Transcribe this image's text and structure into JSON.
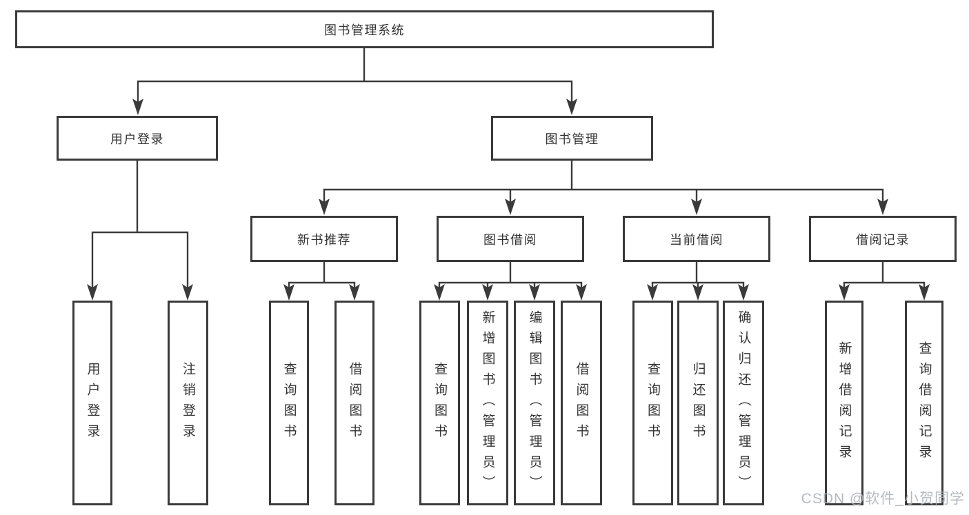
{
  "colors": {
    "line": "#3a3a3a",
    "box_border": "#3a3a3a",
    "text": "#333333",
    "background": "#ffffff",
    "watermark": "#aeb3b9"
  },
  "root": {
    "label": "图书管理系统"
  },
  "level2": [
    {
      "label": "用户登录",
      "parent": "图书管理系统"
    },
    {
      "label": "图书管理",
      "parent": "图书管理系统"
    }
  ],
  "level3": [
    {
      "label": "新书推荐",
      "parent": "图书管理"
    },
    {
      "label": "图书借阅",
      "parent": "图书管理"
    },
    {
      "label": "当前借阅",
      "parent": "图书管理"
    },
    {
      "label": "借阅记录",
      "parent": "图书管理"
    }
  ],
  "leaves": [
    {
      "label": "用户登录",
      "parent": "用户登录"
    },
    {
      "label": "注销登录",
      "parent": "用户登录"
    },
    {
      "label": "查询图书",
      "parent": "新书推荐"
    },
    {
      "label": "借阅图书",
      "parent": "新书推荐"
    },
    {
      "label": "查询图书",
      "parent": "图书借阅"
    },
    {
      "label": "新增图书（管理员）",
      "parent": "图书借阅"
    },
    {
      "label": "编辑图书（管理员）",
      "parent": "图书借阅"
    },
    {
      "label": "借阅图书",
      "parent": "图书借阅"
    },
    {
      "label": "查询图书",
      "parent": "当前借阅"
    },
    {
      "label": "归还图书",
      "parent": "当前借阅"
    },
    {
      "label": "确认归还（管理员）",
      "parent": "当前借阅"
    },
    {
      "label": "新增借阅记录",
      "parent": "借阅记录"
    },
    {
      "label": "查询借阅记录",
      "parent": "借阅记录"
    }
  ],
  "watermark": {
    "text": "CSDN @软件_小贺同学"
  }
}
